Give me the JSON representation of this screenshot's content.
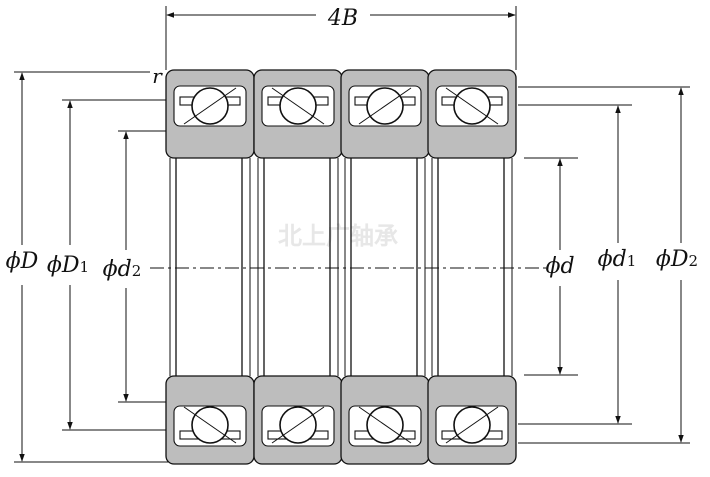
{
  "drawing": {
    "colors": {
      "ring": "#bdbdbd",
      "stroke": "#111111",
      "background": "#ffffff"
    },
    "watermark": "北上广轴承",
    "labels": {
      "width": "4B",
      "radius": "r",
      "outer_diameter": "ϕD",
      "outer_shoulder": "ϕD",
      "outer_shoulder_sub": "1",
      "inner_shoulder": "ϕd",
      "inner_shoulder_sub": "2",
      "bore": "ϕd",
      "bore_shoulder": "ϕd",
      "bore_shoulder_sub": "1",
      "outer_flange": "ϕD",
      "outer_flange_sub": "2"
    }
  }
}
